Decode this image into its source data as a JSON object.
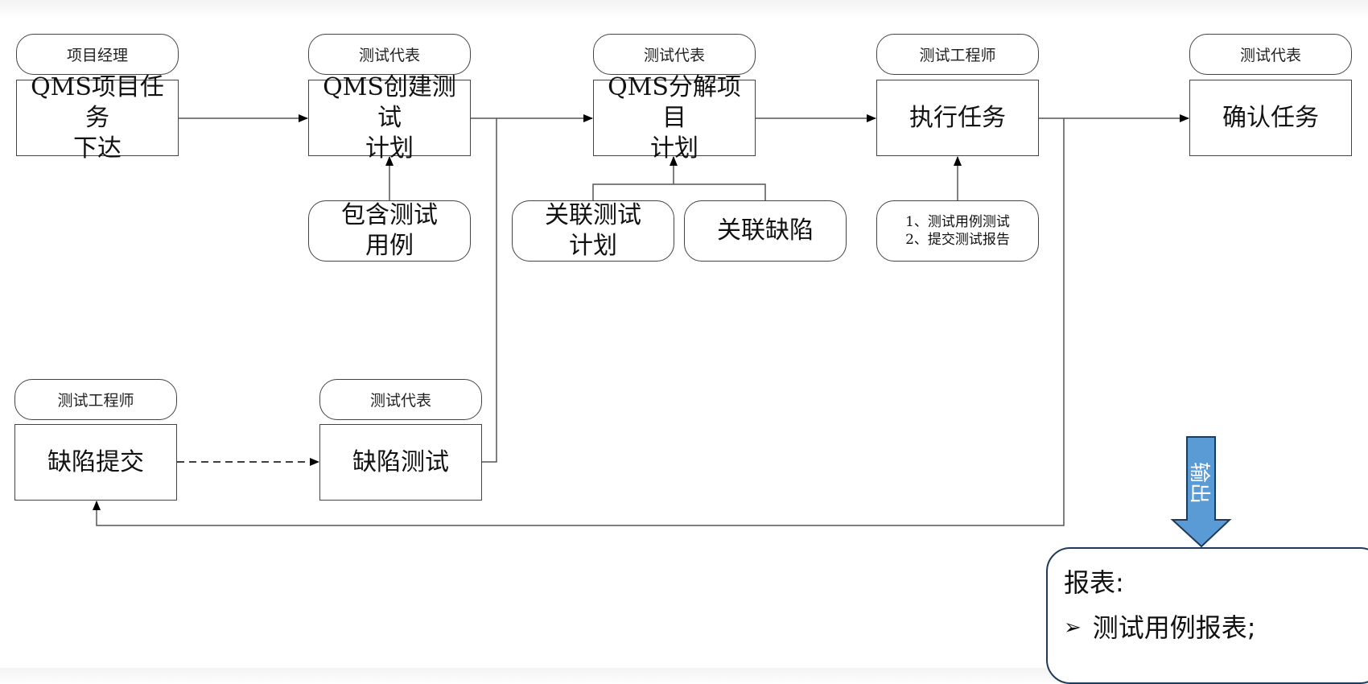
{
  "diagram": {
    "top_row": [
      {
        "role": "项目经理",
        "step": "QMS项目任务下达",
        "step_lines": [
          "QMS项目任务",
          "下达"
        ]
      },
      {
        "role": "测试代表",
        "step": "QMS创建测试计划",
        "step_lines": [
          "QMS创建测试",
          "计划"
        ]
      },
      {
        "role": "测试代表",
        "step": "QMS分解项目计划",
        "step_lines": [
          "QMS分解项目",
          "计划"
        ]
      },
      {
        "role": "测试工程师",
        "step": "执行任务",
        "step_lines": [
          "执行任务"
        ]
      },
      {
        "role": "测试代表",
        "step": "确认任务",
        "step_lines": [
          "确认任务"
        ]
      }
    ],
    "inputs": {
      "create_plan": [
        "包含测试",
        "用例"
      ],
      "decompose_plan": [
        {
          "lines": [
            "关联测试",
            "计划"
          ]
        },
        {
          "lines": [
            "关联缺陷"
          ]
        }
      ],
      "execute_task": [
        "1、测试用例测试",
        "2、提交测试报告"
      ]
    },
    "bottom_row": [
      {
        "role": "测试工程师",
        "step": "缺陷提交"
      },
      {
        "role": "测试代表",
        "step": "缺陷测试"
      }
    ],
    "output": {
      "arrow_label": "输出",
      "arrow_color": "#5b9bd5",
      "report_title": "报表:",
      "report_items": [
        "测试用例报表;"
      ],
      "bullet_icon": "➢"
    }
  }
}
